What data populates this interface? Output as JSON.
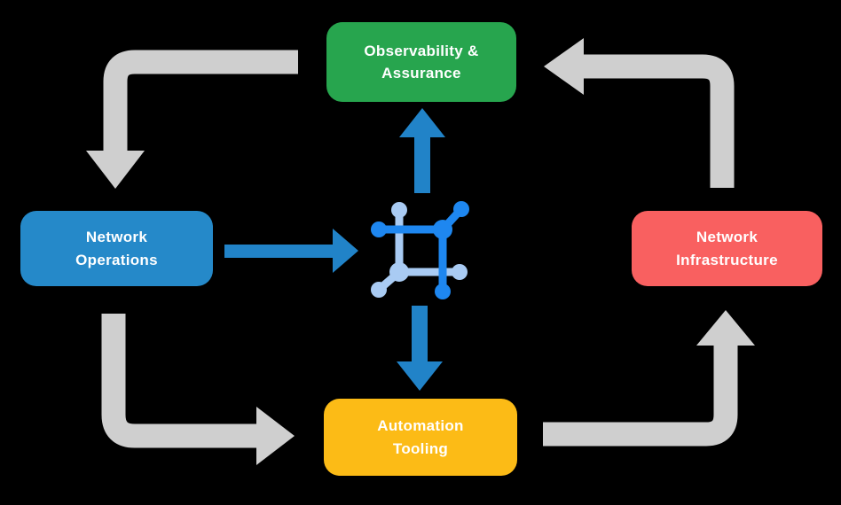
{
  "diagram": {
    "background": "#000000",
    "text_color": "#FFFFFF",
    "nodes": {
      "observability": {
        "label": "Observability &\nAssurance",
        "color": "#27A54E"
      },
      "operations": {
        "label": "Network\nOperations",
        "color": "#2589C9"
      },
      "infrastructure": {
        "label": "Network\nInfrastructure",
        "color": "#F96060"
      },
      "automation": {
        "label": "Automation\nTooling",
        "color": "#FCBB16"
      }
    },
    "center_icon": {
      "name": "network-mesh-icon",
      "dark_color": "#1E87F0",
      "light_color": "#A9CBF3"
    },
    "arrows": {
      "gray_color": "#CFCFCF",
      "blue_color": "#2183C8",
      "flows": [
        {
          "from": "Observability & Assurance",
          "to": "Network Operations",
          "style": "gray-elbow"
        },
        {
          "from": "Network Operations",
          "to": "Automation Tooling",
          "style": "gray-elbow"
        },
        {
          "from": "Automation Tooling",
          "to": "Network Infrastructure",
          "style": "gray-elbow"
        },
        {
          "from": "Network Infrastructure",
          "to": "Observability & Assurance",
          "style": "gray-elbow"
        },
        {
          "from": "Network Operations",
          "to": "center-icon",
          "style": "blue-straight"
        },
        {
          "from": "center-icon",
          "to": "Observability & Assurance",
          "style": "blue-straight"
        },
        {
          "from": "center-icon",
          "to": "Automation Tooling",
          "style": "blue-straight"
        }
      ]
    }
  }
}
